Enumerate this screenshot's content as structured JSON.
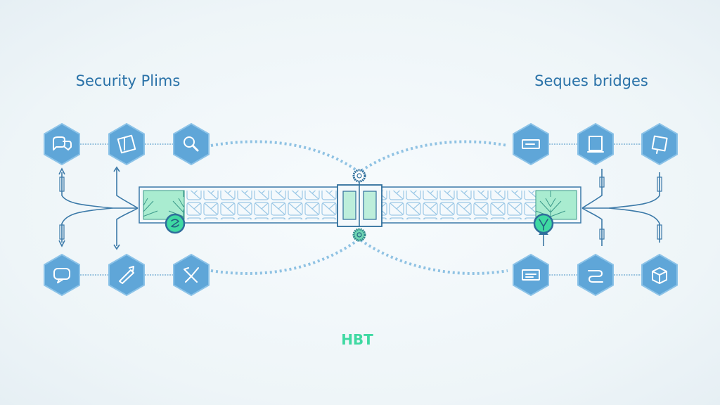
{
  "left_group": {
    "title": "Security Plims",
    "top_icons": [
      "chat-icon",
      "document-icon",
      "search-icon"
    ],
    "bottom_icons": [
      "speech-bubble-icon",
      "tool-icon",
      "network-icon"
    ]
  },
  "right_group": {
    "title": "Seques bridges",
    "top_icons": [
      "card-icon",
      "tablet-icon",
      "file-icon"
    ],
    "bottom_icons": [
      "card-icon",
      "link-icon",
      "box-icon"
    ]
  },
  "footer_label": "HBT",
  "colors": {
    "hex": "#5fa6d8",
    "title": "#2a72a8",
    "accent": "#3fd9a2",
    "line": "#3b79a8"
  }
}
